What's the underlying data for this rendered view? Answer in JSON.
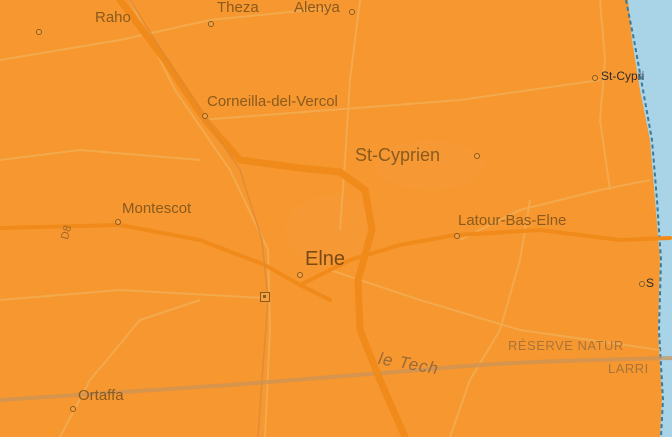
{
  "map": {
    "colors": {
      "overlay": "#f7972f",
      "sea": "#a9d4e8",
      "coast_dash": "#3a7a9a",
      "major_road": "#f08a1a",
      "minor_road": "#f3a94d",
      "river": "#c79358",
      "label": "#8a5a1e"
    },
    "places": {
      "raho": "Raho",
      "theza": "Theza",
      "alenya": "Alenya",
      "corneilla": "Corneilla-del-Vercol",
      "st_cyprien": "St-Cyprien",
      "st_cyprien_plage": "St-Cypri",
      "montescot": "Montescot",
      "latour": "Latour-Bas-Elne",
      "elne": "Elne",
      "ortaffa": "Ortaffa",
      "right_edge": "S"
    },
    "features": {
      "river": "le Tech",
      "reserve_line1": "RÉSERVE NATUR",
      "reserve_line2": "LARRI"
    },
    "road_ref": "D8",
    "icons": [
      "station-icon"
    ]
  }
}
